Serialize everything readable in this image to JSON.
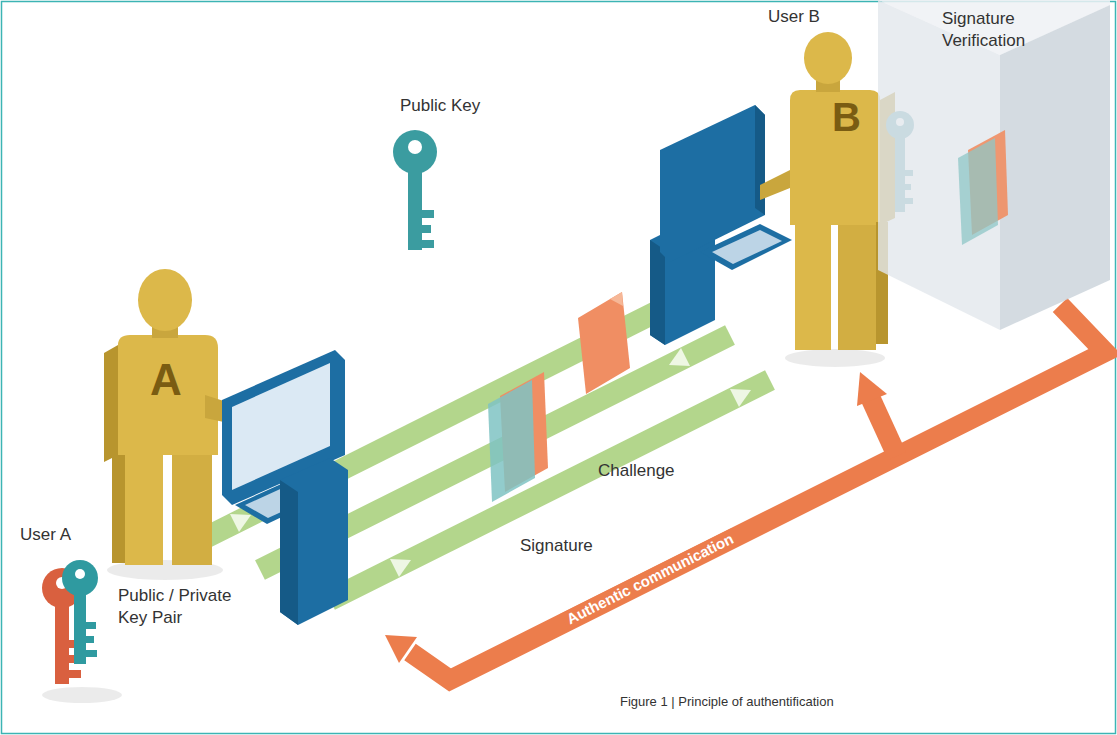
{
  "diagram": {
    "caption": "Figure 1 | Principle of authentification",
    "nodes": [
      {
        "text": [
          "Signature Verification"
        ]
      }
    ],
    "labels": [
      "User A",
      "A",
      "Public / Private Key Pair",
      "Public Key",
      "Challenge",
      "Signature",
      "User B",
      "B",
      "Authentic communication"
    ]
  }
}
